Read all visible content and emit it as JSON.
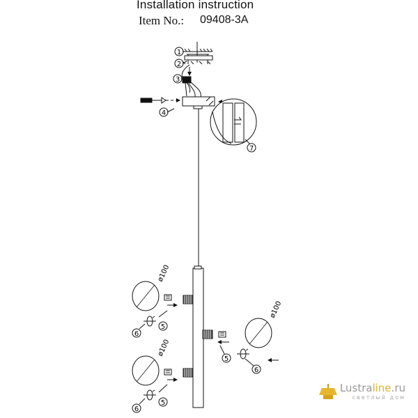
{
  "header": {
    "title": "Installation instruction",
    "item_label": "Item No.:",
    "item_number": "09408-3A"
  },
  "callouts": {
    "c1": "1",
    "c2": "2",
    "c3": "3",
    "c4": "4",
    "c5": "5",
    "c6": "6",
    "c7": "7"
  },
  "glass_diameter": "ø100",
  "watermark": {
    "brand_main": "Lustra",
    "brand_accent": "line",
    "brand_domain": ".ru",
    "tagline": "светлый дом"
  }
}
